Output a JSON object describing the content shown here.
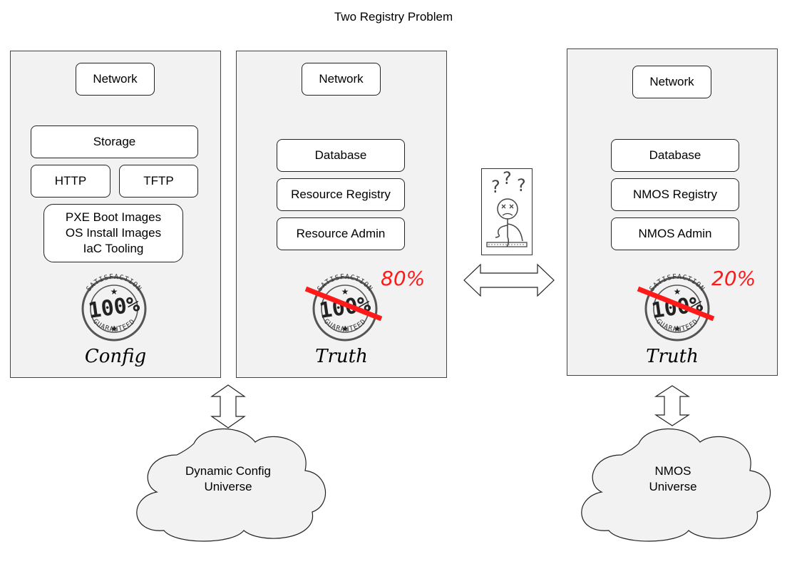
{
  "title": "Two Registry Problem",
  "config_panel": {
    "network": "Network",
    "storage": "Storage",
    "http": "HTTP",
    "tftp": "TFTP",
    "images": [
      "PXE Boot Images",
      "OS Install Images",
      "IaC Tooling"
    ],
    "seal": {
      "top_text": "SATISFACTION",
      "bottom_text": "GUARANTEED",
      "value": "100%"
    },
    "caption": "Config"
  },
  "truth_panel_1": {
    "network": "Network",
    "items": [
      "Database",
      "Resource Registry",
      "Resource Admin"
    ],
    "seal": {
      "top_text": "SATISFACTION",
      "bottom_text": "GUARANTEED",
      "value": "100%"
    },
    "percent": "80%",
    "caption": "Truth"
  },
  "truth_panel_2": {
    "network": "Network",
    "items": [
      "Database",
      "NMOS Registry",
      "NMOS Admin"
    ],
    "seal": {
      "top_text": "SATISFACTION",
      "bottom_text": "GUARANTEED",
      "value": "100%"
    },
    "percent": "20%",
    "caption": "Truth"
  },
  "clouds": {
    "left": [
      "Dynamic Config",
      "Universe"
    ],
    "right": [
      "NMOS",
      "Universe"
    ]
  },
  "colors": {
    "panel": "#f2f2f2",
    "strike": "#ff1a1a",
    "border": "#444444"
  },
  "icons": [
    "confused-stick-figure-icon",
    "double-arrow-icon",
    "satisfaction-seal-icon",
    "cloud-icon"
  ]
}
